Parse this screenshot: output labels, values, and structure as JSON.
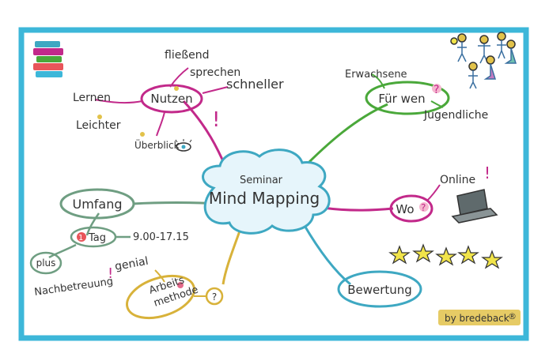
{
  "center": {
    "line1": "Seminar",
    "line2": "Mind Mapping"
  },
  "branches": {
    "nutzen": {
      "label": "Nutzen",
      "items": [
        "fließend",
        "sprechen",
        "schneller",
        "Lernen",
        "Leichter",
        "Überblick",
        "!"
      ]
    },
    "fuer_wen": {
      "label": "Für wen",
      "mark": "?",
      "items": [
        "Erwachsene",
        "Jugendliche"
      ]
    },
    "wo": {
      "label": "Wo",
      "mark": "?",
      "items": [
        "Online",
        "!"
      ]
    },
    "bewertung": {
      "label": "Bewertung"
    },
    "umfang": {
      "label": "Umfang",
      "tag_num": "1",
      "tag_word": "Tag",
      "time": "9.00-17.15",
      "plus": "plus",
      "nachbetreuung": "Nachbetreuung",
      "bang": "!"
    },
    "arbeitsmethode": {
      "line1": "Arbeits",
      "line2": "methode",
      "mark": "?",
      "genial": "genial"
    }
  },
  "signature": "by bredeback",
  "signature_mark": "®",
  "colors": {
    "frame": "#3db7d9",
    "magenta": "#c2298a",
    "green": "#4aa83a",
    "sage": "#6f9e82",
    "yellow": "#d8b23a",
    "teal": "#3ea8c2",
    "dark": "#333333",
    "star": "#f1e44a",
    "badge": "#e2c24a"
  }
}
